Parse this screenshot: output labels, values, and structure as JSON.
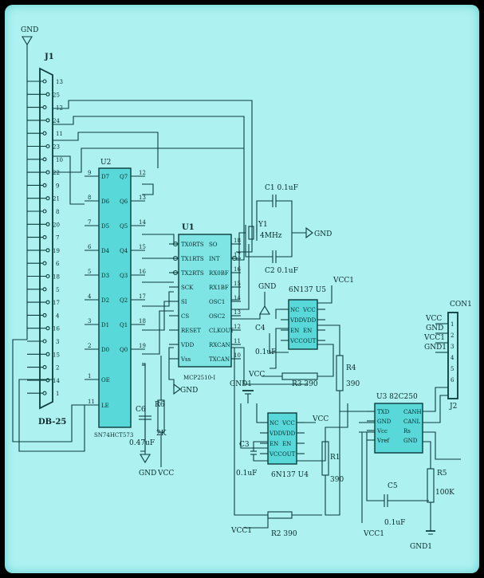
{
  "labels": {
    "gnd_top": "GND",
    "j1": "J1",
    "db25": "DB-25",
    "u2": "U2",
    "u2_part": "SN74HCT573",
    "u1": "U1",
    "u1_part": "MCP2510-I",
    "y1": "Y1",
    "y1_val": "4MHz",
    "c1": "C1 0.1uF",
    "c2": "C2 0.1uF",
    "gnd_y": "GND",
    "gnd_u5": "GND",
    "u5": "6N137 U5",
    "vcc1_u5": "VCC1",
    "c4": "C4",
    "c4_val": "0.1uF",
    "vcc_c4": "VCC",
    "r3": "R3 390",
    "r4": "R4",
    "r4_val": "390",
    "gnd1_mid": "GND1",
    "u4": "6N137 U4",
    "vcc_u4": "VCC",
    "c3": "C3",
    "c3_val": "0.1uF",
    "r1": "R1",
    "r1_val": "390",
    "r2": "R2 390",
    "vcc1_bot": "VCC1",
    "vcc1_u3": "VCC1",
    "u3": "U3 82C250",
    "c5": "C5",
    "c5_val": "0.1uF",
    "r5": "R5",
    "r5_val": "100K",
    "gnd1_bot": "GND1",
    "con1": "CON1",
    "j2": "J2",
    "c6": "C6",
    "c6_val": "0.47uF",
    "gnd_c6": "GND",
    "r6": "R6",
    "r6_val": "2K",
    "vcc_r6": "VCC",
    "gnd_u1": "GND",
    "con_vcc": "VCC",
    "con_gnd": "GND",
    "con_vcc1": "VCC1",
    "con_gnd1": "GND1"
  },
  "db25_pins_left": [
    "13",
    "25",
    "12",
    "24",
    "11",
    "23",
    "10",
    "22",
    "9",
    "21",
    "8",
    "20",
    "7",
    "19",
    "6",
    "18",
    "5",
    "17",
    "4",
    "16",
    "3",
    "15",
    "2",
    "14",
    "1"
  ],
  "u2_left_pins": [
    "9",
    "8",
    "7",
    "6",
    "5",
    "4",
    "3",
    "2",
    "1",
    "11"
  ],
  "u2_left_names": [
    "D7",
    "D6",
    "D5",
    "D4",
    "D3",
    "D2",
    "D1",
    "D0",
    "OE",
    "LE"
  ],
  "u2_right_pins": [
    "12",
    "13",
    "14",
    "15",
    "16",
    "17",
    "18",
    "19"
  ],
  "u2_right_names": [
    "Q7",
    "Q6",
    "Q5",
    "Q4",
    "Q3",
    "Q2",
    "Q1",
    "Q0"
  ],
  "u1_left_names": [
    "TX0RTS",
    "TX1RTS",
    "TX2RTS",
    "SCK",
    "SI",
    "CS",
    "RESET",
    "VDD",
    "Vss"
  ],
  "u1_right_names": [
    "SO",
    "INT",
    "RX0BF",
    "RX1BF",
    "OSC1",
    "OSC2",
    "CLKOUT",
    "RXCAN",
    "TXCAN"
  ],
  "u1_right_pins": [
    "18",
    "17",
    "16",
    "15",
    "14",
    "13",
    "12",
    "11",
    "10"
  ],
  "opto_left": [
    "NC",
    "VDD",
    "EN",
    "VCC"
  ],
  "opto_right": [
    "VCC",
    "VDD",
    "EN",
    "OUT"
  ],
  "u3_left": [
    "TXD",
    "GND",
    "Vcc",
    "Vref"
  ],
  "u3_right": [
    "CANH",
    "CANL",
    "Rs",
    "GND"
  ],
  "con_pins": [
    "1",
    "2",
    "3",
    "4",
    "5",
    "6"
  ]
}
